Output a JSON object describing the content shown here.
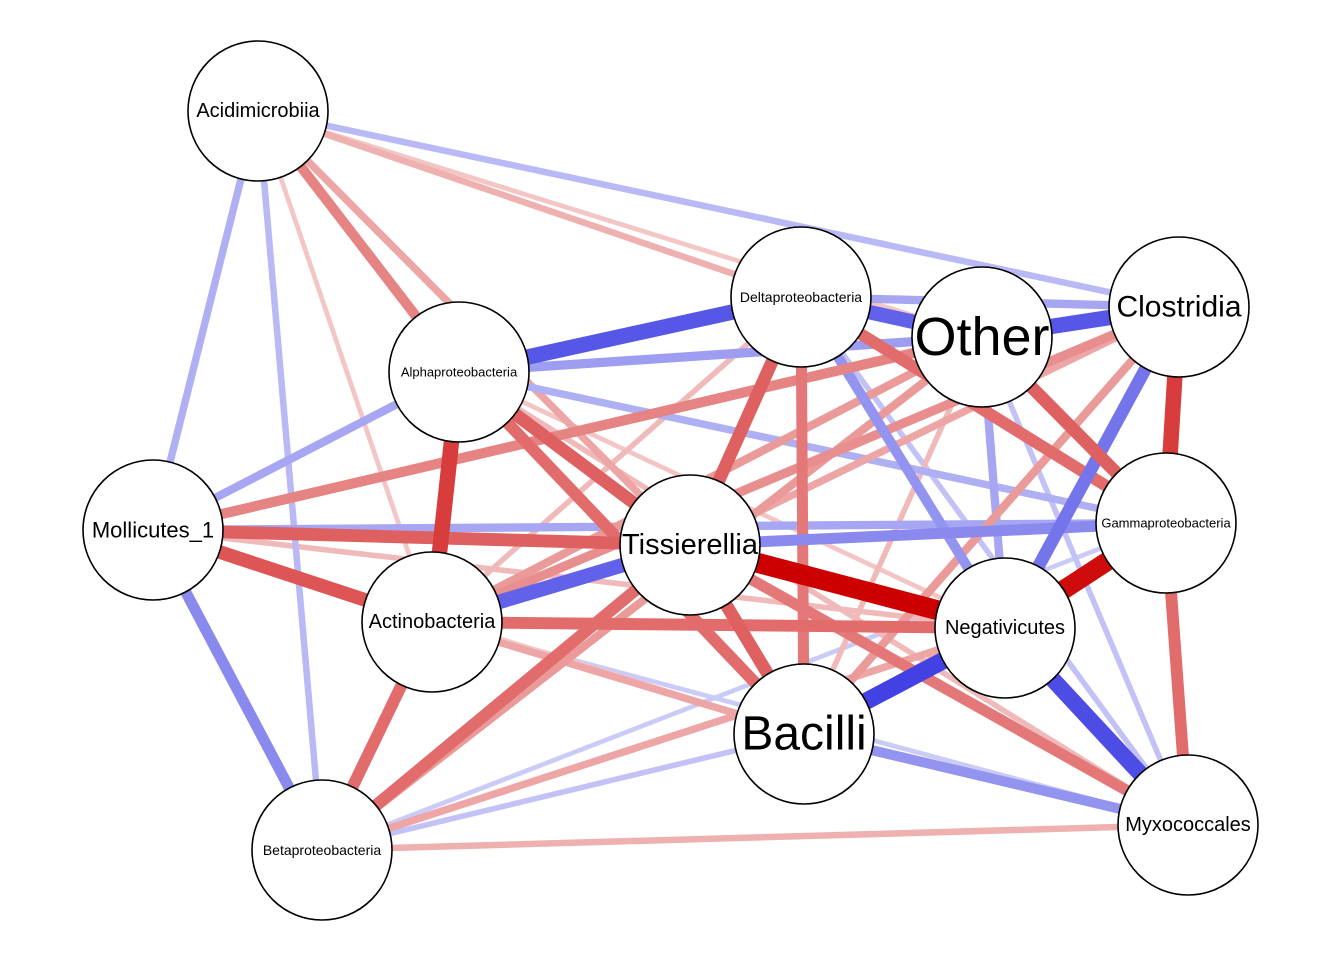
{
  "network": {
    "nodes": [
      {
        "id": "acidimicrobiia",
        "label": "Acidimicrobiia"
      },
      {
        "id": "deltaproteobacteria",
        "label": "Deltaproteobacteria"
      },
      {
        "id": "other",
        "label": "Other"
      },
      {
        "id": "clostridia",
        "label": "Clostridia"
      },
      {
        "id": "alphaproteobacteria",
        "label": "Alphaproteobacteria"
      },
      {
        "id": "mollicutes_1",
        "label": "Mollicutes_1"
      },
      {
        "id": "tissierellia",
        "label": "Tissierellia"
      },
      {
        "id": "gammaproteobacteria",
        "label": "Gammaproteobacteria"
      },
      {
        "id": "actinobacteria",
        "label": "Actinobacteria"
      },
      {
        "id": "negativicutes",
        "label": "Negativicutes"
      },
      {
        "id": "bacilli",
        "label": "Bacilli"
      },
      {
        "id": "betaproteobacteria",
        "label": "Betaproteobacteria"
      },
      {
        "id": "myxococcales",
        "label": "Myxococcales"
      }
    ],
    "edges": [
      {
        "source": "deltaproteobacteria",
        "target": "alphaproteobacteria",
        "sign": "negative",
        "strength": 0.75
      },
      {
        "source": "deltaproteobacteria",
        "target": "other",
        "sign": "negative",
        "strength": 0.7
      },
      {
        "source": "other",
        "target": "clostridia",
        "sign": "negative",
        "strength": 0.75
      },
      {
        "source": "deltaproteobacteria",
        "target": "clostridia",
        "sign": "negative",
        "strength": 0.35
      },
      {
        "source": "other",
        "target": "alphaproteobacteria",
        "sign": "negative",
        "strength": 0.4
      },
      {
        "source": "tissierellia",
        "target": "negativicutes",
        "sign": "positive",
        "strength": 1.0
      },
      {
        "source": "gammaproteobacteria",
        "target": "negativicutes",
        "sign": "positive",
        "strength": 0.95
      },
      {
        "source": "bacilli",
        "target": "negativicutes",
        "sign": "negative",
        "strength": 0.85
      },
      {
        "source": "negativicutes",
        "target": "myxococcales",
        "sign": "negative",
        "strength": 0.8
      },
      {
        "source": "actinobacteria",
        "target": "tissierellia",
        "sign": "negative",
        "strength": 0.7
      },
      {
        "source": "clostridia",
        "target": "negativicutes",
        "sign": "negative",
        "strength": 0.6
      },
      {
        "source": "clostridia",
        "target": "gammaproteobacteria",
        "sign": "positive",
        "strength": 0.75
      },
      {
        "source": "alphaproteobacteria",
        "target": "actinobacteria",
        "sign": "positive",
        "strength": 0.75
      },
      {
        "source": "mollicutes_1",
        "target": "actinobacteria",
        "sign": "positive",
        "strength": 0.65
      },
      {
        "source": "mollicutes_1",
        "target": "tissierellia",
        "sign": "positive",
        "strength": 0.6
      },
      {
        "source": "actinobacteria",
        "target": "negativicutes",
        "sign": "positive",
        "strength": 0.55
      },
      {
        "source": "alphaproteobacteria",
        "target": "tissierellia",
        "sign": "positive",
        "strength": 0.6
      },
      {
        "source": "alphaproteobacteria",
        "target": "bacilli",
        "sign": "positive",
        "strength": 0.55
      },
      {
        "source": "deltaproteobacteria",
        "target": "tissierellia",
        "sign": "positive",
        "strength": 0.6
      },
      {
        "source": "deltaproteobacteria",
        "target": "bacilli",
        "sign": "positive",
        "strength": 0.5
      },
      {
        "source": "deltaproteobacteria",
        "target": "gammaproteobacteria",
        "sign": "positive",
        "strength": 0.55
      },
      {
        "source": "other",
        "target": "gammaproteobacteria",
        "sign": "positive",
        "strength": 0.6
      },
      {
        "source": "tissierellia",
        "target": "bacilli",
        "sign": "positive",
        "strength": 0.6
      },
      {
        "source": "tissierellia",
        "target": "myxococcales",
        "sign": "positive",
        "strength": 0.5
      },
      {
        "source": "tissierellia",
        "target": "betaproteobacteria",
        "sign": "positive",
        "strength": 0.55
      },
      {
        "source": "gammaproteobacteria",
        "target": "myxococcales",
        "sign": "positive",
        "strength": 0.55
      },
      {
        "source": "actinobacteria",
        "target": "betaproteobacteria",
        "sign": "positive",
        "strength": 0.55
      },
      {
        "source": "mollicutes_1",
        "target": "betaproteobacteria",
        "sign": "negative",
        "strength": 0.5
      },
      {
        "source": "tissierellia",
        "target": "gammaproteobacteria",
        "sign": "negative",
        "strength": 0.5
      },
      {
        "source": "mollicutes_1",
        "target": "gammaproteobacteria",
        "sign": "negative",
        "strength": 0.35
      },
      {
        "source": "deltaproteobacteria",
        "target": "negativicutes",
        "sign": "negative",
        "strength": 0.45
      },
      {
        "source": "other",
        "target": "negativicutes",
        "sign": "negative",
        "strength": 0.35
      },
      {
        "source": "bacilli",
        "target": "myxococcales",
        "sign": "negative",
        "strength": 0.45
      },
      {
        "source": "mollicutes_1",
        "target": "other",
        "sign": "positive",
        "strength": 0.45
      },
      {
        "source": "mollicutes_1",
        "target": "alphaproteobacteria",
        "sign": "negative",
        "strength": 0.35
      },
      {
        "source": "acidimicrobiia",
        "target": "alphaproteobacteria",
        "sign": "positive",
        "strength": 0.45
      },
      {
        "source": "acidimicrobiia",
        "target": "mollicutes_1",
        "sign": "negative",
        "strength": 0.3
      },
      {
        "source": "acidimicrobiia",
        "target": "betaproteobacteria",
        "sign": "negative",
        "strength": 0.25
      },
      {
        "source": "acidimicrobiia",
        "target": "clostridia",
        "sign": "negative",
        "strength": 0.25
      },
      {
        "source": "acidimicrobiia",
        "target": "deltaproteobacteria",
        "sign": "positive",
        "strength": 0.25
      },
      {
        "source": "acidimicrobiia",
        "target": "tissierellia",
        "sign": "positive",
        "strength": 0.3
      },
      {
        "source": "acidimicrobiia",
        "target": "other",
        "sign": "positive",
        "strength": 0.15
      },
      {
        "source": "acidimicrobiia",
        "target": "actinobacteria",
        "sign": "positive",
        "strength": 0.15
      },
      {
        "source": "actinobacteria",
        "target": "clostridia",
        "sign": "positive",
        "strength": 0.4
      },
      {
        "source": "actinobacteria",
        "target": "other",
        "sign": "positive",
        "strength": 0.35
      },
      {
        "source": "betaproteobacteria",
        "target": "other",
        "sign": "positive",
        "strength": 0.35
      },
      {
        "source": "bacilli",
        "target": "clostridia",
        "sign": "positive",
        "strength": 0.35
      },
      {
        "source": "bacilli",
        "target": "gammaproteobacteria",
        "sign": "positive",
        "strength": 0.3
      },
      {
        "source": "alphaproteobacteria",
        "target": "gammaproteobacteria",
        "sign": "negative",
        "strength": 0.3
      },
      {
        "source": "actinobacteria",
        "target": "bacilli",
        "sign": "positive",
        "strength": 0.3
      },
      {
        "source": "betaproteobacteria",
        "target": "negativicutes",
        "sign": "positive",
        "strength": 0.3
      },
      {
        "source": "betaproteobacteria",
        "target": "myxococcales",
        "sign": "positive",
        "strength": 0.25
      },
      {
        "source": "betaproteobacteria",
        "target": "bacilli",
        "sign": "negative",
        "strength": 0.2
      },
      {
        "source": "actinobacteria",
        "target": "myxococcales",
        "sign": "negative",
        "strength": 0.15
      },
      {
        "source": "mollicutes_1",
        "target": "negativicutes",
        "sign": "positive",
        "strength": 0.2
      },
      {
        "source": "alphaproteobacteria",
        "target": "myxococcales",
        "sign": "positive",
        "strength": 0.2
      },
      {
        "source": "deltaproteobacteria",
        "target": "myxococcales",
        "sign": "negative",
        "strength": 0.2
      },
      {
        "source": "other",
        "target": "myxococcales",
        "sign": "negative",
        "strength": 0.2
      },
      {
        "source": "other",
        "target": "bacilli",
        "sign": "positive",
        "strength": 0.2
      },
      {
        "source": "clostridia",
        "target": "tissierellia",
        "sign": "positive",
        "strength": 0.3
      },
      {
        "source": "clostridia",
        "target": "actinobacteria",
        "sign": "positive",
        "strength": 0.2
      },
      {
        "source": "deltaproteobacteria",
        "target": "actinobacteria",
        "sign": "positive",
        "strength": 0.2
      },
      {
        "source": "betaproteobacteria",
        "target": "gammaproteobacteria",
        "sign": "negative",
        "strength": 0.15
      },
      {
        "source": "mollicutes_1",
        "target": "bacilli",
        "sign": "positive",
        "strength": 0.15
      },
      {
        "source": "alphaproteobacteria",
        "target": "negativicutes",
        "sign": "positive",
        "strength": 0.15
      }
    ]
  },
  "colors": {
    "positive": "#cc0000",
    "negative": "#1010dd",
    "background": "#ffffff",
    "node_fill": "#ffffff",
    "node_stroke": "#000000"
  }
}
